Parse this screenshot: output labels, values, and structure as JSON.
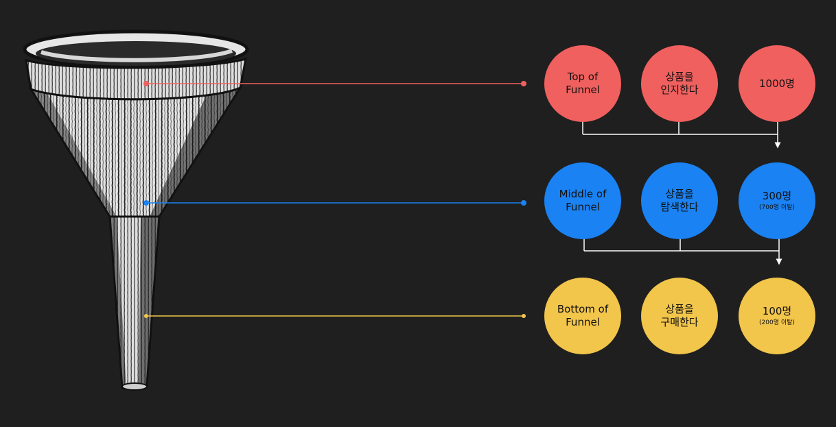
{
  "colors": {
    "background": "#1f1f1f",
    "top": "#f0605e",
    "middle": "#1a82f2",
    "bottom": "#f2c54b",
    "connector": "#ffffff"
  },
  "funnel_illustration": {
    "icon": "funnel-icon"
  },
  "stages": [
    {
      "stage": "Top of\nFunnel",
      "action": "상품을\n인지한다",
      "count": "1000명",
      "dropoff": ""
    },
    {
      "stage": "Middle of\nFunnel",
      "action": "상품을\n탐색한다",
      "count": "300명",
      "dropoff": "(700명 이탈)"
    },
    {
      "stage": "Bottom of\nFunnel",
      "action": "상품을\n구매한다",
      "count": "100명",
      "dropoff": "(200명 이탈)"
    }
  ]
}
